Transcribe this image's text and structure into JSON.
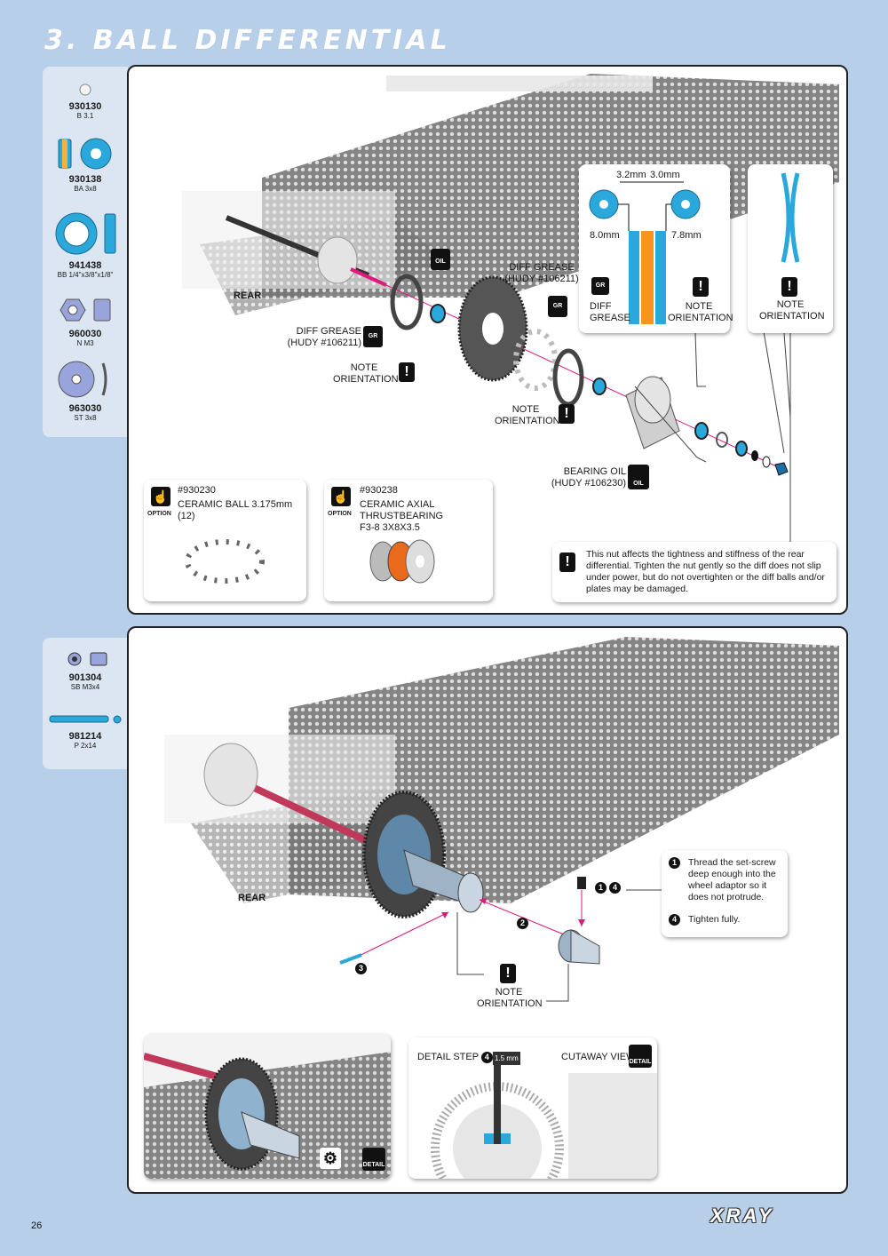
{
  "page": {
    "title": "3. BALL DIFFERENTIAL",
    "page_number": "26",
    "logo": "XRAY"
  },
  "colors": {
    "background": "#b7cfe9",
    "accent_blue": "#27a9e1",
    "pink": "#e0197d",
    "orange": "#f7941d"
  },
  "step1": {
    "parts": [
      {
        "number": "930130",
        "desc": "B 3.1"
      },
      {
        "number": "930138",
        "desc": "BA 3x8"
      },
      {
        "number": "941438",
        "desc": "BB 1/4\"x3/8\"x1/8\""
      },
      {
        "number": "960030",
        "desc": "N M3"
      },
      {
        "number": "963030",
        "desc": "ST 3x8"
      }
    ],
    "rear_label": "REAR",
    "diff_grease_left": "DIFF GREASE\n(HUDY #106211)",
    "diff_grease_top": "DIFF GREASE\n(HUDY #106211)",
    "note_orientation_1": "NOTE\nORIENTATION",
    "note_orientation_2": "NOTE\nORIENTATION",
    "bearing_oil": "BEARING OIL\n(HUDY #106230)",
    "oil_icon": "OIL",
    "gr_icon": "GR",
    "hudy_icon": "HUDY",
    "spacing_callout": {
      "dim1": "3.2mm",
      "dim2": "3.0mm",
      "dim3": "8.0mm",
      "dim4": "7.8mm",
      "diff_grease": "DIFF\nGREASE",
      "note_orientation": "NOTE\nORIENTATION"
    },
    "spring_callout": {
      "note_orientation": "NOTE\nORIENTATION"
    },
    "option1": {
      "number": "#930230",
      "desc": "CERAMIC BALL 3.175mm  (12)",
      "badge": "OPTION"
    },
    "option2": {
      "number": "#930238",
      "desc": "CERAMIC AXIAL THRUSTBEARING\nF3-8 3X8X3.5",
      "badge": "OPTION"
    },
    "warning": "This nut affects the tightness and stiffness of the rear differential. Tighten the nut gently so the diff does not slip under power, but do not overtighten or the diff balls and/or plates may be damaged."
  },
  "step2": {
    "parts": [
      {
        "number": "901304",
        "desc": "SB M3x4"
      },
      {
        "number": "981214",
        "desc": "P 2x14"
      }
    ],
    "rear_label": "REAR",
    "note_orientation": "NOTE\nORIENTATION",
    "step_labels": [
      "1",
      "4",
      "2",
      "3"
    ],
    "instr1_num": "1",
    "instr1": "Thread the set-screw deep enough into the wheel adaptor so it does not protrude.",
    "instr4_num": "4",
    "instr4": "Tighten fully.",
    "detail_step_label": "DETAIL STEP",
    "detail_step_num": "4",
    "tool_label": "1.5 mm",
    "cutaway_label": "CUTAWAY VIEW",
    "detail_icon": "DETAIL"
  }
}
